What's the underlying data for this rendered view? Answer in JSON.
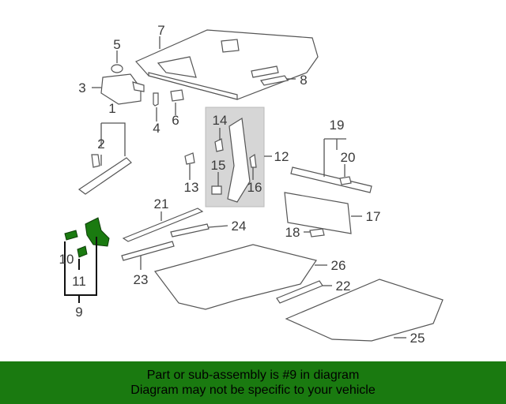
{
  "highlight_color": "#1a7a10",
  "labels": {
    "l1": "1",
    "l2": "2",
    "l3": "3",
    "l4": "4",
    "l5": "5",
    "l6": "6",
    "l7": "7",
    "l8": "8",
    "l9": "9",
    "l10": "10",
    "l11": "11",
    "l12": "12",
    "l13": "13",
    "l14": "14",
    "l15": "15",
    "l16": "16",
    "l17": "17",
    "l18": "18",
    "l19": "19",
    "l20": "20",
    "l21": "21",
    "l22": "22",
    "l23": "23",
    "l24": "24",
    "l25": "25",
    "l26": "26"
  },
  "banner": {
    "line1": "Part or sub-assembly is #9 in diagram",
    "line2": "Diagram may not be specific to your vehicle"
  }
}
